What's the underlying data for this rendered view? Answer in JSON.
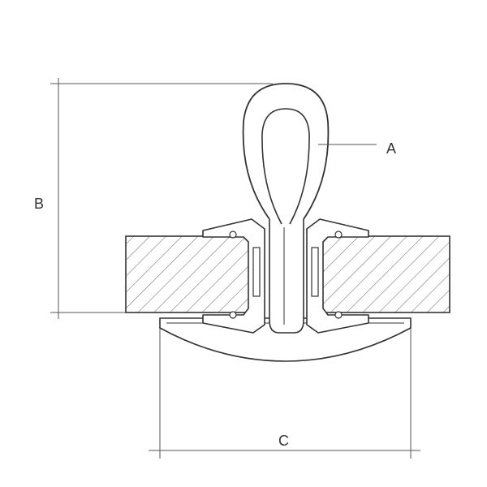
{
  "labels": {
    "a": "A",
    "b": "B",
    "c": "C"
  },
  "colors": {
    "outline": "#333333",
    "dimension_line": "#555555",
    "hatch": "#777777",
    "background": "#ffffff"
  }
}
